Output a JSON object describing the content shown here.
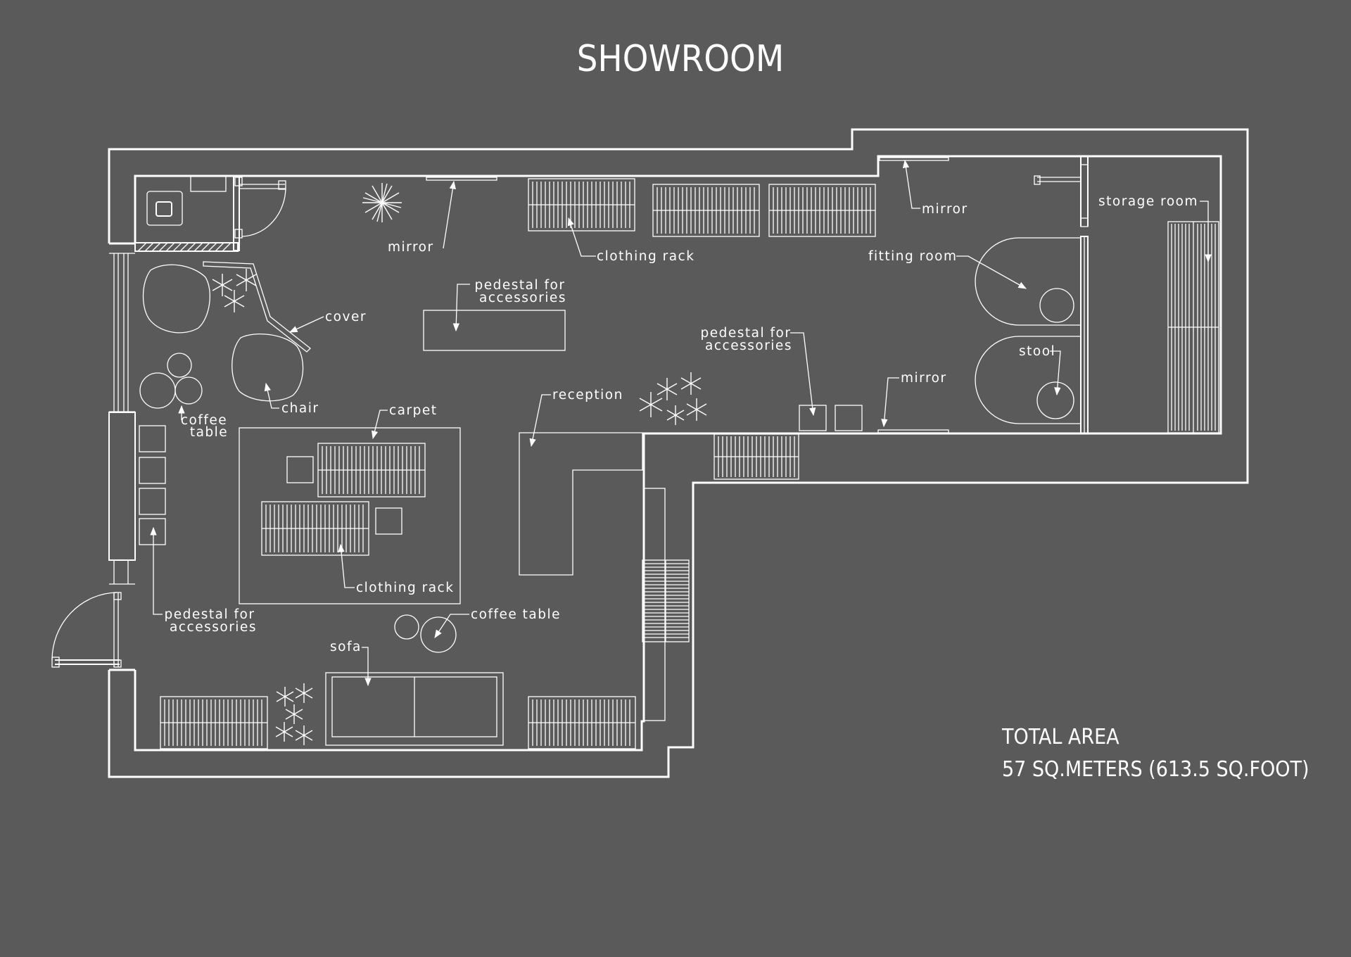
{
  "title": "SHOWROOM",
  "labels": {
    "mirror_top": "mirror",
    "clothing_rack_top": "clothing rack",
    "mirror_right_top": "mirror",
    "storage_room": "storage room",
    "fitting_room": "fitting room",
    "pedestal_center_1": "pedestal for",
    "pedestal_center_2": "accessories",
    "cover": "cover",
    "pedestal_right_1": "pedestal for",
    "pedestal_right_2": "accessories",
    "stool": "stool",
    "mirror_right_bottom": "mirror",
    "chair": "chair",
    "reception": "reception",
    "carpet": "carpet",
    "coffee_table_left_1": "coffee",
    "coffee_table_left_2": "table",
    "clothing_rack_bottom": "clothing rack",
    "pedestal_left_1": "pedestal for",
    "pedestal_left_2": "accessories",
    "coffee_table_bottom": "coffee table",
    "sofa": "sofa"
  },
  "total_area": {
    "label": "TOTAL AREA",
    "value": "57 SQ.METERS (613.5 SQ.FOOT)"
  },
  "colors": {
    "background": "#5a5a5a",
    "lines": "#ffffff"
  }
}
